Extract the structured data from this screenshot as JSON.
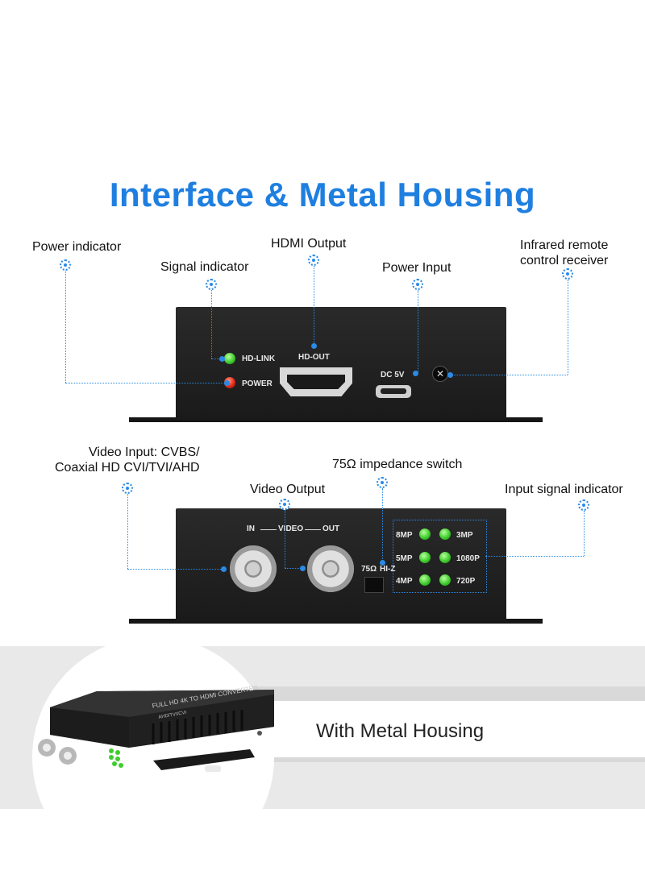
{
  "title": "Interface & Metal Housing",
  "top_panel": {
    "labels": {
      "power_indicator": "Power indicator",
      "signal_indicator": "Signal indicator",
      "hdmi_output": "HDMI Output",
      "power_input": "Power Input",
      "ir_receiver_line1": "Infrared remote",
      "ir_receiver_line2": "control receiver"
    },
    "silk": {
      "hd_link": "HD-LINK",
      "power": "POWER",
      "hd_out": "HD-OUT",
      "dc_5v": "DC 5V"
    }
  },
  "bottom_panel": {
    "labels": {
      "video_input_line1": "Video Input: CVBS/",
      "video_input_line2": "Coaxial HD CVI/TVI/AHD",
      "video_output": "Video Output",
      "impedance_switch": "75Ω impedance switch",
      "input_signal_indicator": "Input signal indicator"
    },
    "silk": {
      "in": "IN",
      "video": "VIDEO",
      "out": "OUT",
      "ohm": "75Ω",
      "hiz": "HI-Z",
      "leds_left": [
        "8MP",
        "5MP",
        "4MP"
      ],
      "leds_right": [
        "3MP",
        "1080P",
        "720P"
      ]
    }
  },
  "housing": {
    "caption": "With Metal Housing",
    "device_text": "FULL HD 4K TO HDMI CONVERTER",
    "device_subtext": "AHD/TVI/CVI"
  },
  "colors": {
    "accent": "#1f7fe0",
    "panel": "#1e1e1e",
    "led_green": "#3fcc2e",
    "led_red": "#e02a17"
  }
}
